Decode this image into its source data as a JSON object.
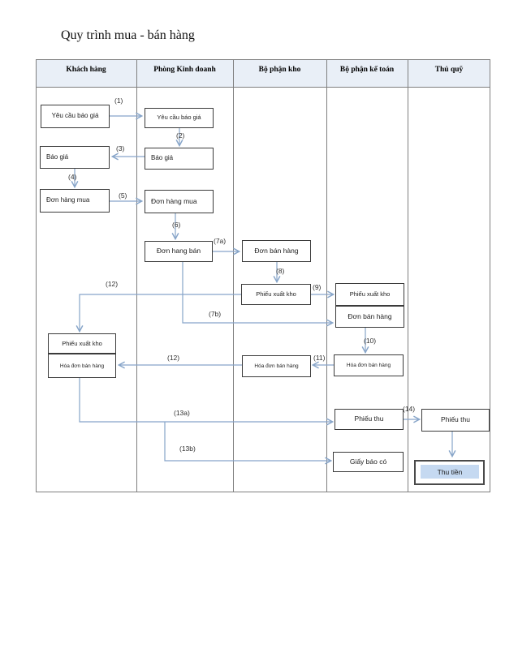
{
  "title": "Quy trình mua - bán hàng",
  "lanes": [
    {
      "label": "Khách hàng"
    },
    {
      "label": "Phòng Kinh doanh"
    },
    {
      "label": "Bộ phận kho"
    },
    {
      "label": "Bộ phận kế toán"
    },
    {
      "label": "Thủ quỹ"
    }
  ],
  "boxes": {
    "c1_request": {
      "label": "Yêu cầu báo giá"
    },
    "c1_quote": {
      "label": "Báo giá"
    },
    "c1_purchase_order": {
      "label": "Đơn hàng mua"
    },
    "c1_delivery_note": {
      "label": "Phiếu xuất kho"
    },
    "c1_sales_invoice": {
      "label": "Hóa đơn bán hàng"
    },
    "c2_request": {
      "label": "Yêu cầu báo giá"
    },
    "c2_quote": {
      "label": "Báo giá"
    },
    "c2_purchase_order": {
      "label": "Đơn hàng mua"
    },
    "c2_sales_order": {
      "label": "Đơn hang bán"
    },
    "c3_sales_order": {
      "label": "Đơn bán hàng"
    },
    "c3_delivery_note": {
      "label": "Phiếu xuất kho"
    },
    "c3_sales_invoice": {
      "label": "Hóa đơn bán hàng"
    },
    "c4_delivery_note": {
      "label": "Phiếu xuất kho"
    },
    "c4_sales_order": {
      "label": "Đơn bán hàng"
    },
    "c4_sales_invoice": {
      "label": "Hóa đơn bán hàng"
    },
    "c4_receipt": {
      "label": "Phiếu thu"
    },
    "c4_credit_note": {
      "label": "Giấy báo có"
    },
    "c5_receipt": {
      "label": "Phiếu thu"
    },
    "c5_collect_money": {
      "label": "Thu tiền"
    }
  },
  "edge_labels": {
    "e1": "(1)",
    "e2": "(2)",
    "e3": "(3)",
    "e4": "(4)",
    "e5": "(5)",
    "e6": "(6)",
    "e7a": "(7a)",
    "e7b": "(7b)",
    "e8": "(8)",
    "e9": "(9)",
    "e10": "(10)",
    "e11": "(11)",
    "e12a": "(12)",
    "e12b": "(12)",
    "e13a": "(13a)",
    "e13b": "(13b)",
    "e14": "(14)"
  },
  "colors": {
    "arrow": "#87a5c9",
    "header_bg": "#e9eff7",
    "highlight_fill": "#c5d9f1",
    "table_border": "#7f7f7f",
    "box_border": "#3b3b3b"
  }
}
